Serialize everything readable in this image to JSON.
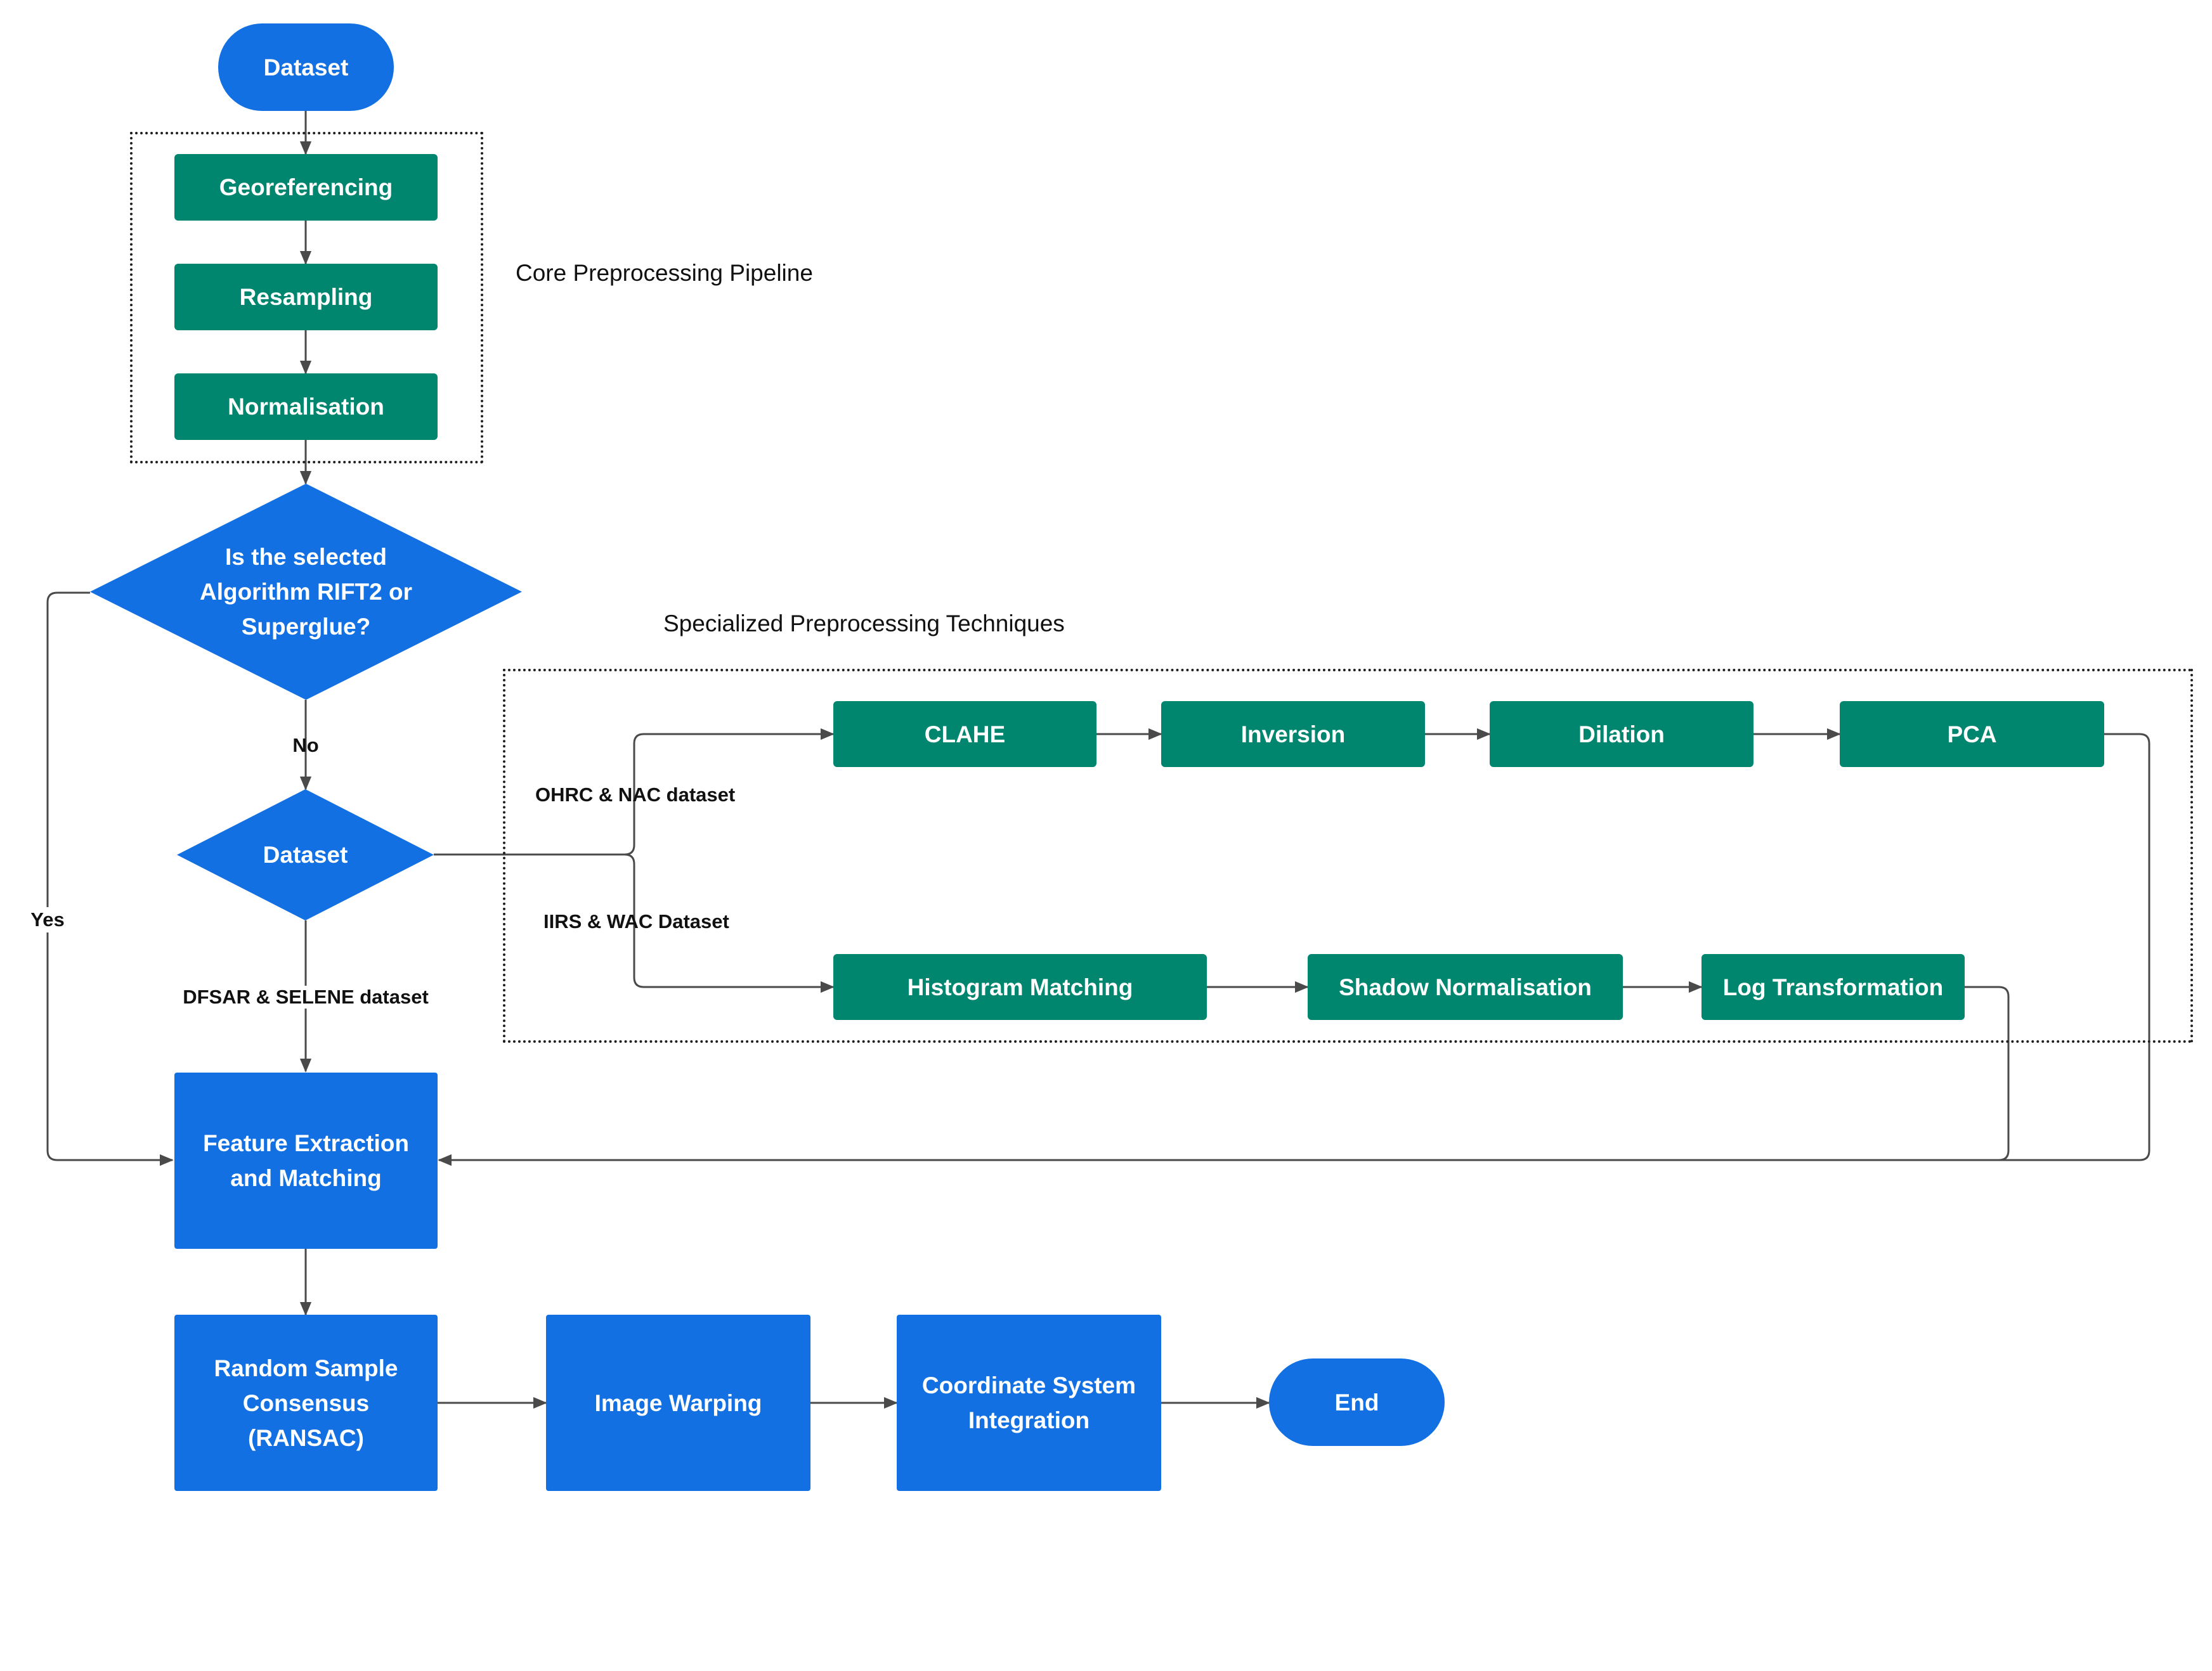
{
  "groups": {
    "core": {
      "title": "Core Preprocessing Pipeline"
    },
    "specialized": {
      "title": "Specialized Preprocessing Techniques"
    }
  },
  "nodes": {
    "start": "Dataset",
    "georeferencing": "Georeferencing",
    "resampling": "Resampling",
    "normalisation": "Normalisation",
    "decision_algorithm": "Is the selected\nAlgorithm RIFT2 or\nSuperglue?",
    "decision_dataset": "Dataset",
    "clahe": "CLAHE",
    "inversion": "Inversion",
    "dilation": "Dilation",
    "pca": "PCA",
    "histogram_matching": "Histogram Matching",
    "shadow_normalisation": "Shadow Normalisation",
    "log_transformation": "Log Transformation",
    "feature_extraction": "Feature Extraction\nand Matching",
    "ransac": "Random Sample\nConsensus\n(RANSAC)",
    "image_warping": "Image Warping",
    "coordinate_integration": "Coordinate System\nIntegration",
    "end": "End"
  },
  "edge_labels": {
    "no": "No",
    "yes": "Yes",
    "ohrc_nac": "OHRC & NAC dataset",
    "iirs_wac": "IIRS & WAC Dataset",
    "dfsar_selene": "DFSAR & SELENE dataset"
  },
  "colors": {
    "teal": "#00866f",
    "blue": "#1270e3",
    "line": "#4a4a4a"
  }
}
